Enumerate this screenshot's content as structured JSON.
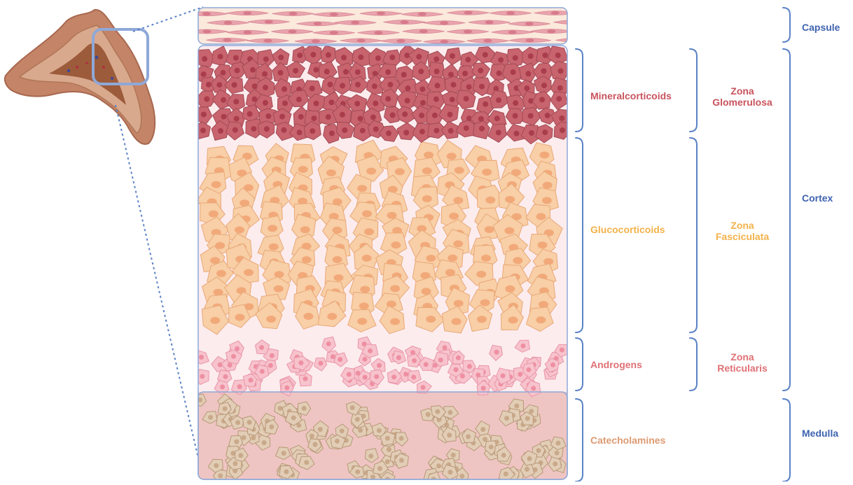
{
  "colors": {
    "capsule_bg": "#fbe9dc",
    "capsule_cell": "#e9a4ae",
    "glomerulosa_cell": "#c8646e",
    "glomerulosa_nucleus": "#a93d4c",
    "fasciculata_cell": "#f8cfa6",
    "fasciculata_nucleus": "#f2a97a",
    "reticularis_cell": "#f7c3cd",
    "reticularis_nucleus": "#ee8fa2",
    "medulla_bg": "#efc5c3",
    "medulla_cell": "#e2cdb6",
    "medulla_nucleus": "#c9a98a",
    "border_blue": "#8ea8d8",
    "red_text": "#c9535d",
    "yellow_text": "#f3b24a",
    "pink_text": "#e07075",
    "tan_text": "#dd9a72",
    "blue_text": "#3f63b0"
  },
  "hormones": {
    "mineralcorticoids": "Mineralcorticoids",
    "glucocorticoids": "Glucocorticoids",
    "androgens": "Androgens",
    "catecholamines": "Catecholamines"
  },
  "zones": {
    "glomerulosa": [
      "Zona",
      "Glomerulosa"
    ],
    "fasciculata": [
      "Zona",
      "Fasciculata"
    ],
    "reticularis": [
      "Zona",
      "Reticularis"
    ]
  },
  "regions": {
    "capsule": "Capsule",
    "cortex": "Cortex",
    "medulla": "Medulla"
  },
  "icons": {
    "adrenal": "adrenal-gland-icon"
  }
}
